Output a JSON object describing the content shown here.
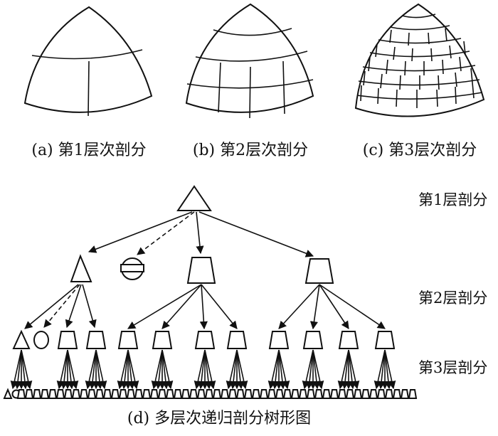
{
  "captions": {
    "a": "(a) 第1层次剖分",
    "b": "(b) 第2层次剖分",
    "c": "(c) 第3层次剖分",
    "d": "(d) 多层次递归剖分树形图"
  },
  "levels": [
    "第1层剖分",
    "第2层剖分",
    "第3层剖分"
  ]
}
